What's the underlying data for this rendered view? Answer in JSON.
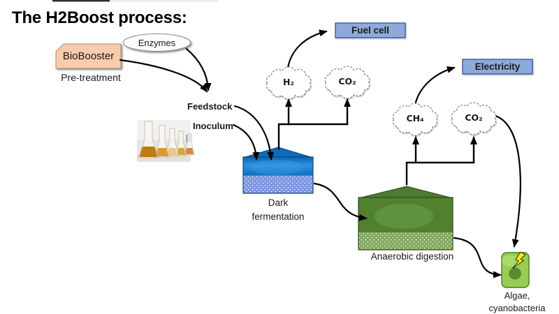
{
  "title": "The H2Boost process:",
  "nodes": {
    "biobooster": "BioBooster",
    "pretreatment_caption": "Pre-treatment",
    "enzymes": "Enzymes",
    "feedstock": "Feedstock",
    "inoculum": "Inoculum",
    "dark_fermentation": {
      "line1": "Dark",
      "line2": "fermentation"
    },
    "gas_h2": "H₂",
    "gas_co2_left": "CO₂",
    "fuel_cell": "Fuel cell",
    "gas_ch4": "CH₄",
    "gas_co2_right": "CO₂",
    "electricity": "Electricity",
    "anaerobic_digestion": "Anaerobic digestion",
    "algae": {
      "line1": "Algae,",
      "line2": "cyanobacteria"
    }
  },
  "colors": {
    "arrow_black": "#000000",
    "text": "#1A1A1A",
    "biobooster_fill": "#F7CBAC",
    "biobooster_border": "#BA8A66",
    "enzymes_fill": "#FCFCFC",
    "enzymes_border": "#8C8C8C",
    "energy_box_fill": "#8EAADB",
    "energy_box_border": "#3A5A9B",
    "cloud_fill": "#FFFFFF",
    "cloud_border": "#7F7F7F",
    "tank_blue": "#0D70C4",
    "tank_blue_dotted": "#7E96E2",
    "tank_blue_border": "#17456E",
    "tank_green": "#51802F",
    "tank_green_dotted": "#83A961",
    "tank_green_border": "#2E4B1C",
    "algae_fill": "#97CD52",
    "algae_spot": "#55812F",
    "algae_border": "#4C772B",
    "bolt_yellow": "#FFE711"
  }
}
